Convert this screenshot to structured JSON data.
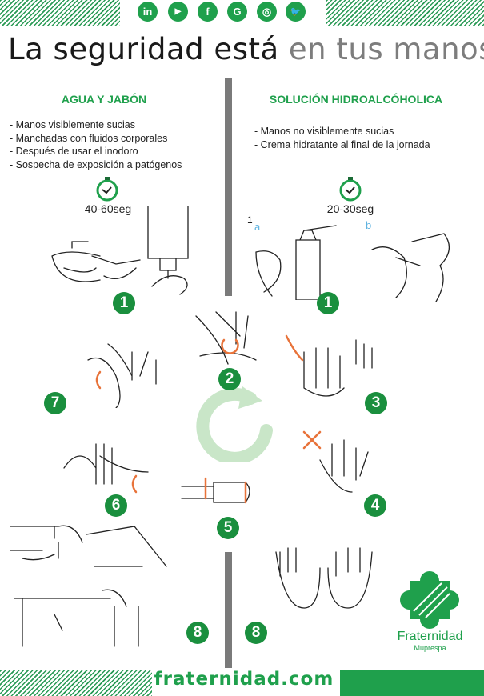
{
  "social_icons": [
    {
      "name": "linkedin-icon",
      "glyph": "in"
    },
    {
      "name": "youtube-icon",
      "glyph": "▶"
    },
    {
      "name": "facebook-icon",
      "glyph": "f"
    },
    {
      "name": "google-icon",
      "glyph": "G"
    },
    {
      "name": "instagram-icon",
      "glyph": "◎"
    },
    {
      "name": "twitter-icon",
      "glyph": "🐦"
    }
  ],
  "title": {
    "dark": "La seguridad está",
    "light": "en tus manos"
  },
  "left": {
    "heading": "AGUA Y JABÓN",
    "items": [
      "Manos visiblemente sucias",
      "Manchadas con fluidos corporales",
      "Después de usar el inodoro",
      "Sospecha de exposición a patógenos"
    ],
    "time": "40-60seg"
  },
  "right": {
    "heading": "SOLUCIÓN HIDROALCÓHOLICA",
    "items": [
      "Manos no visiblemente sucias",
      "Crema hidratante al final de la jornada"
    ],
    "time": "20-30seg",
    "step_label": "1",
    "sub_a": "a",
    "sub_b": "b"
  },
  "steps": {
    "s1": "1",
    "s2": "2",
    "s3": "3",
    "s4": "4",
    "s5": "5",
    "s6": "6",
    "s7": "7",
    "s8": "8"
  },
  "logo": {
    "name": "Fraternidad",
    "sub": "Muprespa"
  },
  "footer": {
    "url": "fraternidad.com"
  },
  "colors": {
    "green": "#1fa04c",
    "dark_green": "#1a8f3e",
    "orange": "#e8733a",
    "gray": "#7a7a7a"
  }
}
